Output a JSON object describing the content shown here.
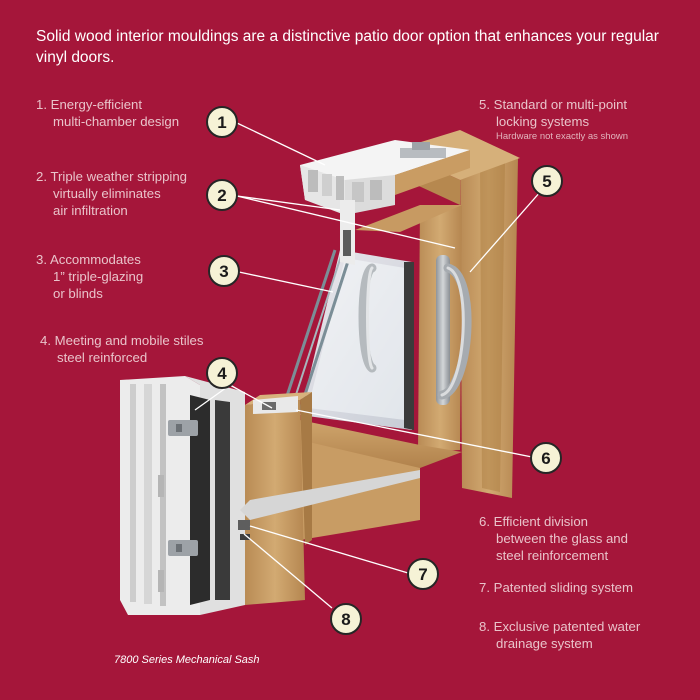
{
  "headline": "Solid wood interior mouldings are a distinctive patio door option that enhances your regular vinyl doors.",
  "features": [
    {
      "num": "1.",
      "lines": [
        "Energy-efficient",
        "multi-chamber design"
      ]
    },
    {
      "num": "2.",
      "lines": [
        "Triple weather stripping",
        "virtually eliminates",
        "air infiltration"
      ]
    },
    {
      "num": "3.",
      "lines": [
        "Accommodates",
        "1” triple-glazing",
        "or blinds"
      ]
    },
    {
      "num": "4.",
      "lines": [
        "Meeting and mobile stiles",
        "steel reinforced"
      ]
    },
    {
      "num": "5.",
      "lines": [
        "Standard or multi-point",
        "locking systems"
      ],
      "note": "Hardware not exactly as shown"
    },
    {
      "num": "6.",
      "lines": [
        "Efficient division",
        "between the glass and",
        "steel reinforcement"
      ]
    },
    {
      "num": "7.",
      "lines": [
        "Patented sliding system"
      ]
    },
    {
      "num": "8.",
      "lines": [
        "Exclusive patented water",
        "drainage system"
      ]
    }
  ],
  "badges": [
    "1",
    "2",
    "3",
    "4",
    "5",
    "6",
    "7",
    "8"
  ],
  "caption": "7800 Series Mechanical Sash",
  "colors": {
    "background": "#a5163a",
    "headline": "#ffffff",
    "feature_text": "#e9c3ca",
    "badge_fill": "#f6f2d6",
    "wood": "#c8a06a",
    "wood_dark": "#a87c46",
    "vinyl": "#f2f2f2",
    "glass": "#dfe8ee"
  }
}
